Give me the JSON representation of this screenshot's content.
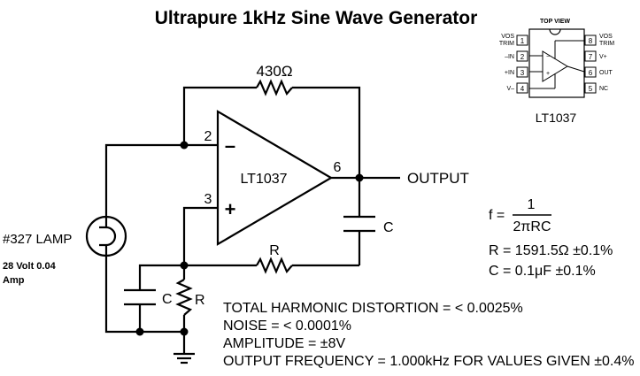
{
  "title": "Ultrapure 1kHz Sine Wave Generator",
  "pinout": {
    "header": "TOP VIEW",
    "part": "LT1037",
    "left_pins": [
      {
        "num": "1",
        "label": "VOS",
        "label2": "TRIM"
      },
      {
        "num": "2",
        "label": "–IN",
        "label2": ""
      },
      {
        "num": "3",
        "label": "+IN",
        "label2": ""
      },
      {
        "num": "4",
        "label": "V–",
        "label2": ""
      }
    ],
    "right_pins": [
      {
        "num": "8",
        "label": "VOS",
        "label2": "TRIM"
      },
      {
        "num": "7",
        "label": "V+",
        "label2": ""
      },
      {
        "num": "6",
        "label": "OUT",
        "label2": ""
      },
      {
        "num": "5",
        "label": "NC",
        "label2": ""
      }
    ]
  },
  "circuit": {
    "opamp_label": "LT1037",
    "pin_inv": "2",
    "pin_noninv": "3",
    "pin_out": "6",
    "minus_sign": "–",
    "plus_sign": "+",
    "feedback_resistor": "430Ω",
    "output_label": "OUTPUT",
    "series_cap": "C",
    "series_res": "R",
    "shunt_cap": "C",
    "shunt_res": "R",
    "lamp_label": "#327 LAMP",
    "lamp_note_line1": "28 Volt 0.04",
    "lamp_note_line2": "Amp"
  },
  "formula": {
    "f_lhs": "f =",
    "f_num": "1",
    "f_den": "2πRC",
    "r_value": "R = 1591.5Ω ±0.1%",
    "c_value": "C = 0.1μF ±0.1%"
  },
  "specs": [
    "TOTAL HARMONIC DISTORTION = < 0.0025%",
    "NOISE = < 0.0001%",
    "AMPLITUDE = ±8V",
    "OUTPUT FREQUENCY = 1.000kHz FOR VALUES GIVEN ±0.4%"
  ]
}
